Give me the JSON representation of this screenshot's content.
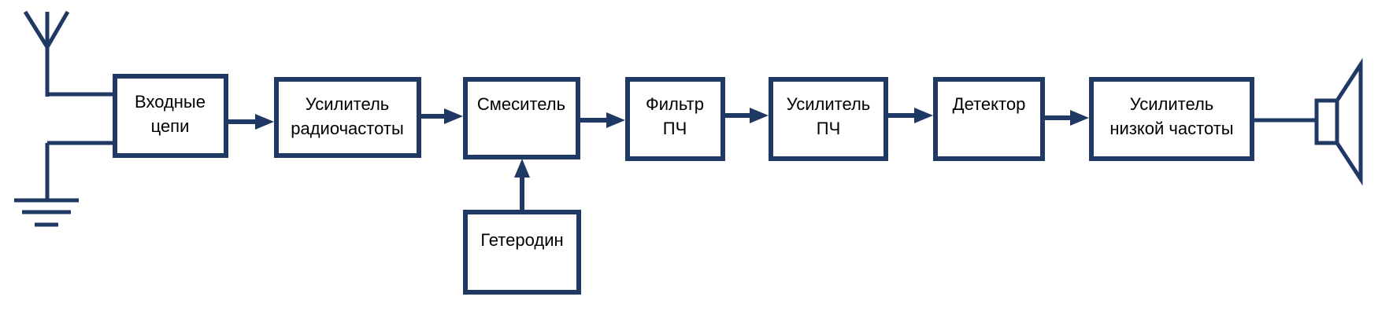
{
  "diagram": {
    "colors": {
      "line": "#1F3864",
      "text": "#000000",
      "background": "#FFFFFF"
    },
    "blocks": [
      {
        "id": "input",
        "lines": [
          "Входные",
          "цепи"
        ]
      },
      {
        "id": "rfamp",
        "lines": [
          "Усилитель",
          "радиочастоты"
        ]
      },
      {
        "id": "mixer",
        "lines": [
          "Смеситель"
        ]
      },
      {
        "id": "iffilter",
        "lines": [
          "Фильтр",
          "ПЧ"
        ]
      },
      {
        "id": "ifamp",
        "lines": [
          "Усилитель",
          "ПЧ"
        ]
      },
      {
        "id": "detector",
        "lines": [
          "Детектор"
        ]
      },
      {
        "id": "lfamp",
        "lines": [
          "Усилитель",
          "низкой частоты"
        ]
      },
      {
        "id": "lo",
        "lines": [
          "Гетеродин"
        ]
      }
    ],
    "connections": [
      {
        "from": "input",
        "to": "rfamp"
      },
      {
        "from": "rfamp",
        "to": "mixer"
      },
      {
        "from": "mixer",
        "to": "iffilter"
      },
      {
        "from": "iffilter",
        "to": "ifamp"
      },
      {
        "from": "ifamp",
        "to": "detector"
      },
      {
        "from": "detector",
        "to": "lfamp"
      },
      {
        "from": "lo",
        "to": "mixer"
      },
      {
        "from": "lfamp",
        "to": "speaker"
      }
    ],
    "icons": [
      "antenna-icon",
      "ground-icon",
      "speaker-icon"
    ]
  }
}
